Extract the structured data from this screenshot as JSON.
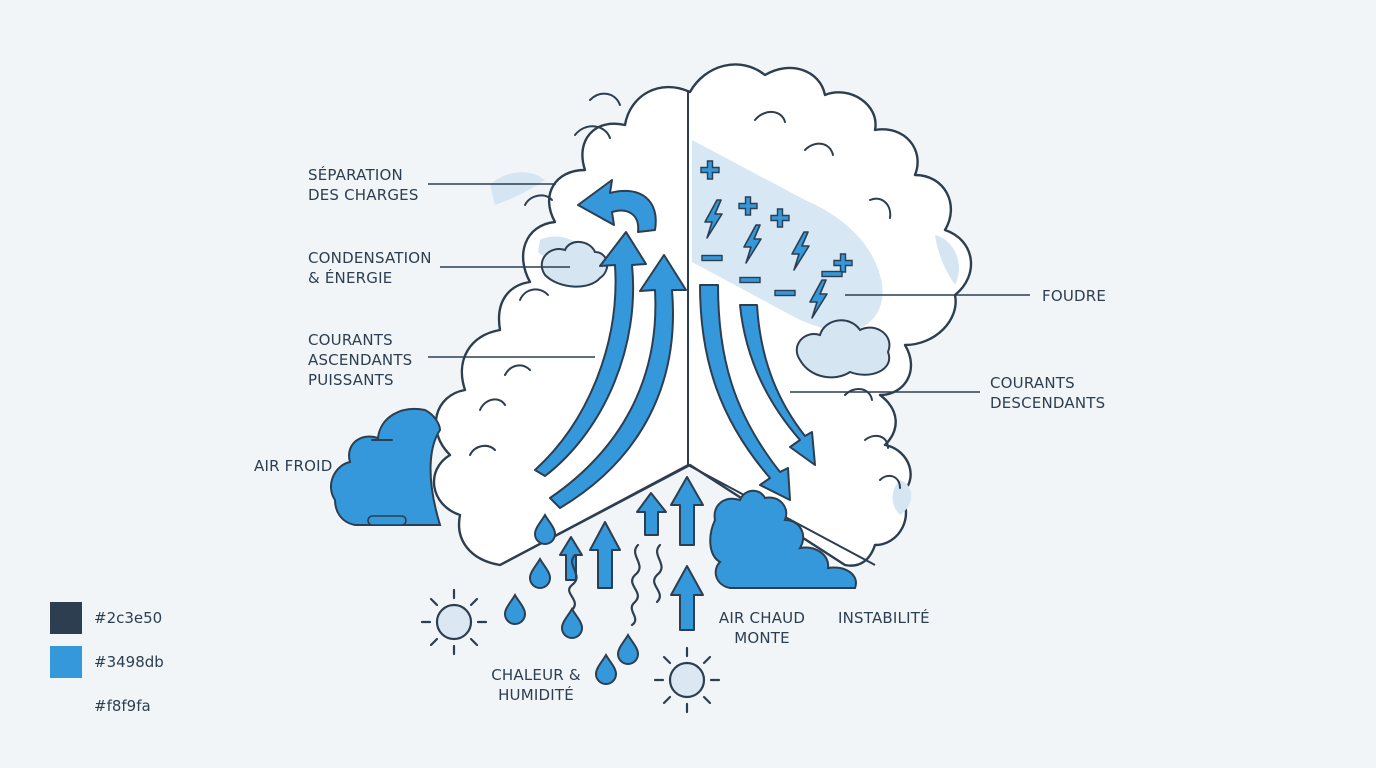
{
  "labels": {
    "separation": [
      "SÉPARATION",
      "DES CHARGES"
    ],
    "condensation": [
      "CONDENSATION",
      "& ÉNERGIE"
    ],
    "updrafts": [
      "COURANTS",
      "ASCENDANTS",
      "PUISSANTS"
    ],
    "cold_air": [
      "AIR FROID"
    ],
    "lightning": [
      "FOUDRE"
    ],
    "downdrafts": [
      "COURANTS",
      "DESCENDANTS"
    ],
    "warm_air": [
      "AIR CHAUD",
      "MONTE"
    ],
    "instability": [
      "INSTABILITÉ"
    ],
    "heat_humidity": [
      "CHALEUR &",
      "HUMIDITÉ"
    ]
  },
  "palette": [
    {
      "label": "#2c3e50",
      "color": "#2c3e50"
    },
    {
      "label": "#3498db",
      "color": "#3498db"
    },
    {
      "label": "#f8f9fa",
      "color": "#f8f9fa"
    }
  ],
  "icons": [
    "cloud-icon",
    "sun-icon",
    "water-drop-icon",
    "lightning-bolt-icon",
    "plus-charge-icon",
    "minus-charge-icon",
    "heat-wave-icon",
    "arrow-icon"
  ]
}
